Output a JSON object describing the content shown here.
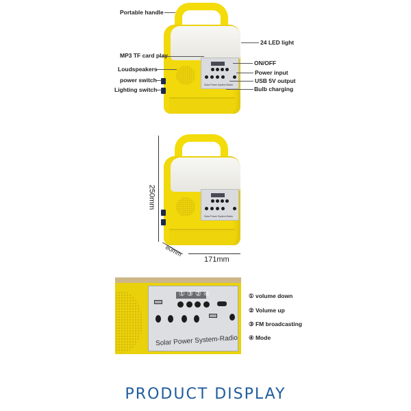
{
  "top_labels": {
    "portable_handle": "Portable handle",
    "led_light": "24 LED light",
    "mp3": "MP3  TF card  play",
    "loudspeakers": "Loudspeakers",
    "power_switch": "power switch",
    "lighting_switch": "Lighting switch",
    "on_off": "ON/OFF",
    "power_input": "Power input",
    "usb_output": "USB 5V output",
    "bulb_charging": "Bulb charging"
  },
  "panel_text": "Solar  Power  System-Radio",
  "dimensions": {
    "height": "250mm",
    "depth": "80mm",
    "width": "171mm"
  },
  "closeup": {
    "button_numbers": [
      "①",
      "③",
      "②",
      "④"
    ],
    "legend": [
      "① volume down",
      "② Volume up",
      "③ FM broadcasting",
      "④ Mode"
    ]
  },
  "title": "PRODUCT DISPLAY",
  "colors": {
    "product_yellow": "#f2d90c",
    "title_blue": "#1f5c9c"
  }
}
